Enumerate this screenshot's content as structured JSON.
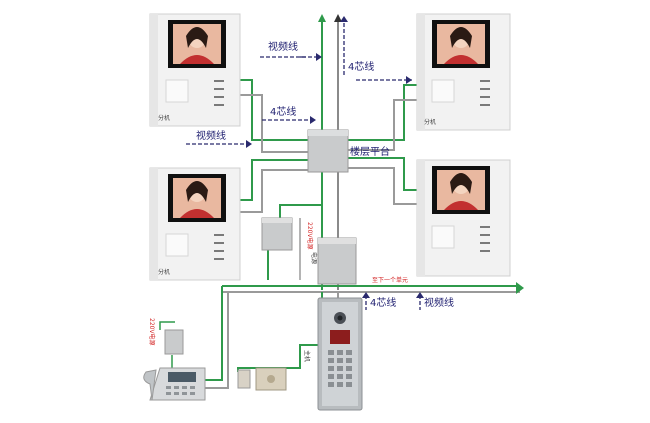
{
  "labels": {
    "video_line": "视频线",
    "four_core": "4芯线",
    "floor_platform": "楼层平台",
    "extension": "分机",
    "main_unit": "主机",
    "next_unit": "至下一个单元",
    "power_220": "220V电源",
    "power_supply": "电源"
  },
  "colors": {
    "green_wire": "#2f9a4b",
    "gray_wire": "#9a9a9a",
    "dashed_arrow": "#2a2a6e",
    "red_text": "#d21f1f",
    "screen_frame": "#101010"
  }
}
